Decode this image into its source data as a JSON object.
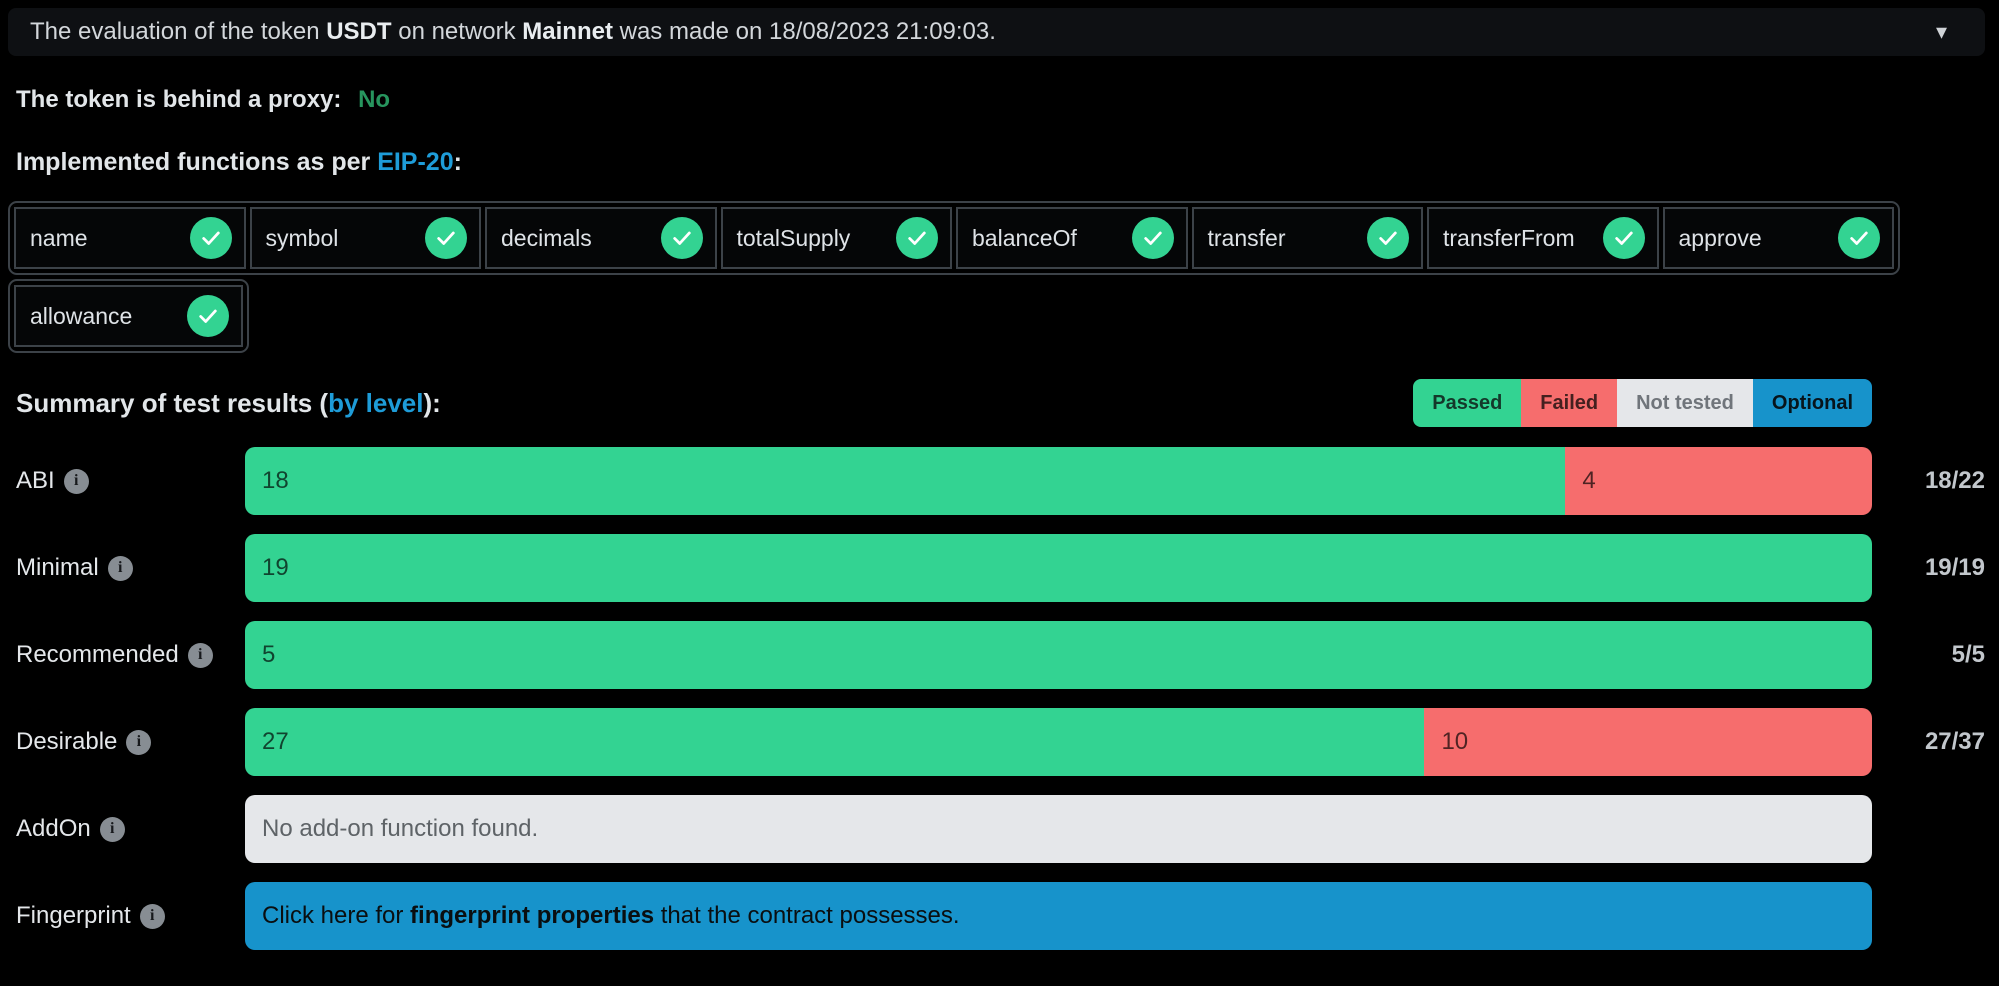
{
  "header": {
    "prefix": "The evaluation of the token ",
    "token": "USDT",
    "middle": " on network ",
    "network": "Mainnet",
    "suffix": " was made on ",
    "datetime": "18/08/2023 21:09:03",
    "period": ".",
    "collapse_icon": "caret-down-icon"
  },
  "proxy": {
    "label": "The token is behind a proxy:",
    "value": "No",
    "value_color": "#27955e"
  },
  "functions": {
    "heading_prefix": "Implemented functions as per ",
    "link_label": "EIP-20",
    "heading_suffix": ":",
    "columns_in_first_row": 8,
    "items": [
      {
        "name": "name",
        "status": "passed"
      },
      {
        "name": "symbol",
        "status": "passed"
      },
      {
        "name": "decimals",
        "status": "passed"
      },
      {
        "name": "totalSupply",
        "status": "passed"
      },
      {
        "name": "balanceOf",
        "status": "passed"
      },
      {
        "name": "transfer",
        "status": "passed"
      },
      {
        "name": "transferFrom",
        "status": "passed"
      },
      {
        "name": "approve",
        "status": "passed"
      },
      {
        "name": "allowance",
        "status": "passed"
      }
    ]
  },
  "summary": {
    "heading_prefix": "Summary of test results (",
    "heading_link": "by level",
    "heading_suffix": "):",
    "legend": [
      {
        "label": "Passed",
        "color": "#33d392",
        "text_color": "#14382a"
      },
      {
        "label": "Failed",
        "color": "#f66d6d",
        "text_color": "#44201f"
      },
      {
        "label": "Not tested",
        "color": "#e5e7ea",
        "text_color": "#70757b"
      },
      {
        "label": "Optional",
        "color": "#1793cb",
        "text_color": "#07141b"
      }
    ],
    "rows": [
      {
        "label": "ABI",
        "type": "bar",
        "segments": [
          {
            "value": 18,
            "status": "passed"
          },
          {
            "value": 4,
            "status": "failed"
          }
        ],
        "total": "18/22"
      },
      {
        "label": "Minimal",
        "type": "bar",
        "segments": [
          {
            "value": 19,
            "status": "passed"
          }
        ],
        "total": "19/19"
      },
      {
        "label": "Recommended",
        "type": "bar",
        "segments": [
          {
            "value": 5,
            "status": "passed"
          }
        ],
        "total": "5/5"
      },
      {
        "label": "Desirable",
        "type": "bar",
        "segments": [
          {
            "value": 27,
            "status": "passed"
          },
          {
            "value": 10,
            "status": "failed"
          }
        ],
        "total": "27/37"
      },
      {
        "label": "AddOn",
        "type": "message",
        "message": "No add-on function found.",
        "status": "not_tested",
        "total": ""
      },
      {
        "label": "Fingerprint",
        "type": "link",
        "message_prefix": "Click here for ",
        "message_bold": "fingerprint properties",
        "message_suffix": " that the contract possesses.",
        "status": "optional",
        "total": ""
      }
    ]
  },
  "colors": {
    "passed": "#33d392",
    "failed": "#f66d6d",
    "not_tested": "#e5e7ea",
    "optional": "#1793cb",
    "check_circle": "#33d392"
  },
  "icons": {
    "info": "i",
    "caret": "▾",
    "check": "check-icon"
  }
}
